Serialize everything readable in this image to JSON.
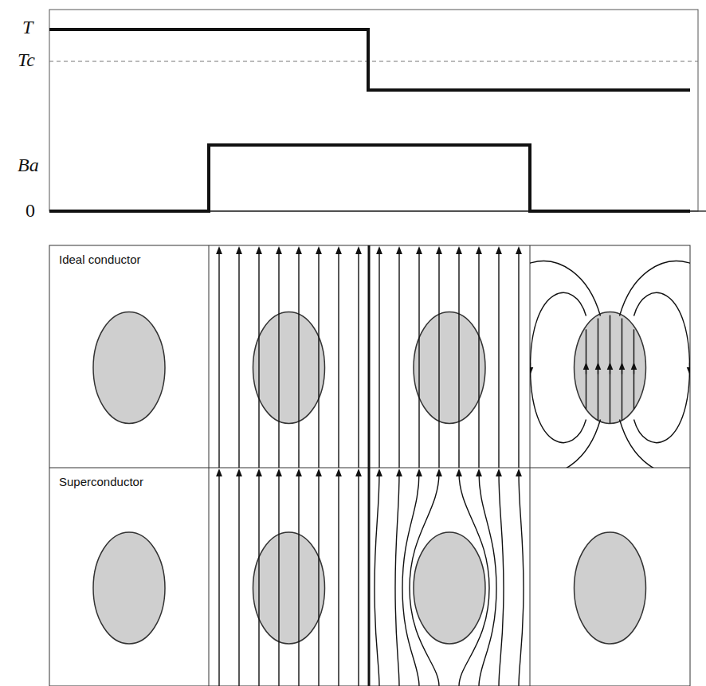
{
  "diagram": {
    "labels": [
      "T",
      "Tc",
      "Ba",
      "0",
      "Ideal conductor",
      "Superconductor"
    ]
  }
}
